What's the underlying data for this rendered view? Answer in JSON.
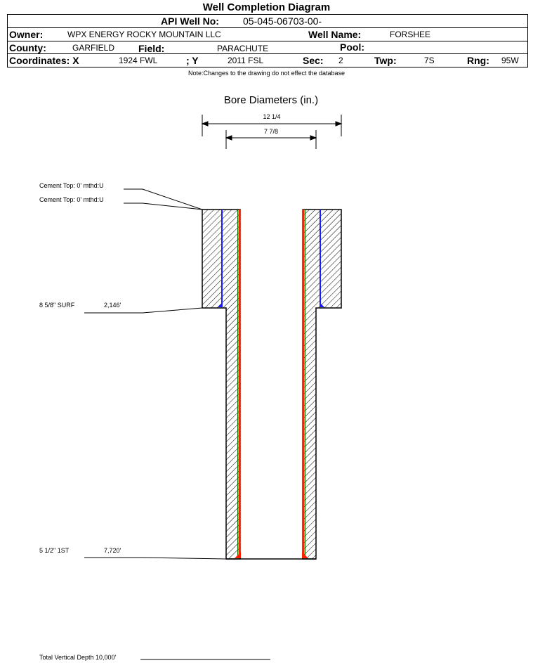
{
  "title": "Well Completion Diagram",
  "header": {
    "api_label": "API Well No:",
    "api_value": "05-045-06703-00-",
    "owner_label": "Owner:",
    "owner_value": "WPX ENERGY ROCKY MOUNTAIN LLC",
    "well_name_label": "Well Name:",
    "well_name_value": "FORSHEE",
    "county_label": "County:",
    "county_value": "GARFIELD",
    "field_label": "Field:",
    "field_value": "PARACHUTE",
    "pool_label": "Pool:",
    "pool_value": "",
    "coord_x_label": "Coordinates: X",
    "coord_x_value": "1924 FWL",
    "coord_y_label": "; Y",
    "coord_y_value": "2011 FSL",
    "sec_label": "Sec:",
    "sec_value": "2",
    "twp_label": "Twp:",
    "twp_value": "7S",
    "rng_label": "Rng:",
    "rng_value": "95W"
  },
  "note": "Note:Changes to the drawing do not effect the database",
  "diagram": {
    "bore_title": "Bore Diameters (in.)",
    "bore_diameters": [
      "12 1/4",
      "7 7/8"
    ],
    "cement_tops": [
      "Cement Top: 0' mthd:U",
      "Cement Top: 0' mthd:U"
    ],
    "casings": [
      {
        "name": "8 5/8\" SURF",
        "depth": "2,146'"
      },
      {
        "name": "5 1/2\" 1ST",
        "depth": "7,720'"
      }
    ],
    "total_depth": "Total Vertical Depth 10,000'",
    "colors": {
      "surface_casing": "#1a1aff",
      "production_casing": "#ff2000",
      "cement_edge": "#008000"
    }
  }
}
